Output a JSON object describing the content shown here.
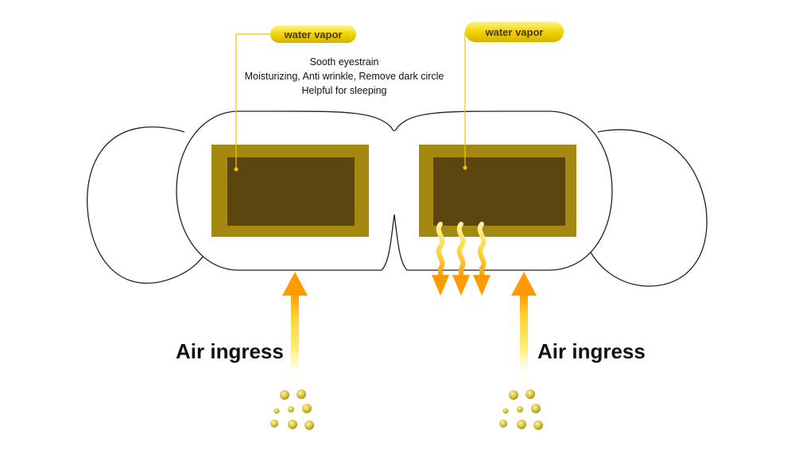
{
  "callouts": {
    "left": {
      "label": "water vapor"
    },
    "right": {
      "label": "water vapor"
    }
  },
  "benefits": [
    "Sooth eyestrain",
    "Moisturizing, Anti wrinkle, Remove dark circle",
    "Helpful for sleeping"
  ],
  "air_labels": {
    "left": "Air ingress",
    "right": "Air ingress"
  },
  "colors": {
    "pad_outer": "#a5880f",
    "pad_inner": "#5c4610",
    "callout_fill": "#f2d400",
    "callout_text": "#4a3a00",
    "leader_line": "#f0c400",
    "arrow_orange": "#ff9a00",
    "arrow_yellow": "#ffe24a",
    "granule": "#d8c43a",
    "outline": "#222222"
  }
}
